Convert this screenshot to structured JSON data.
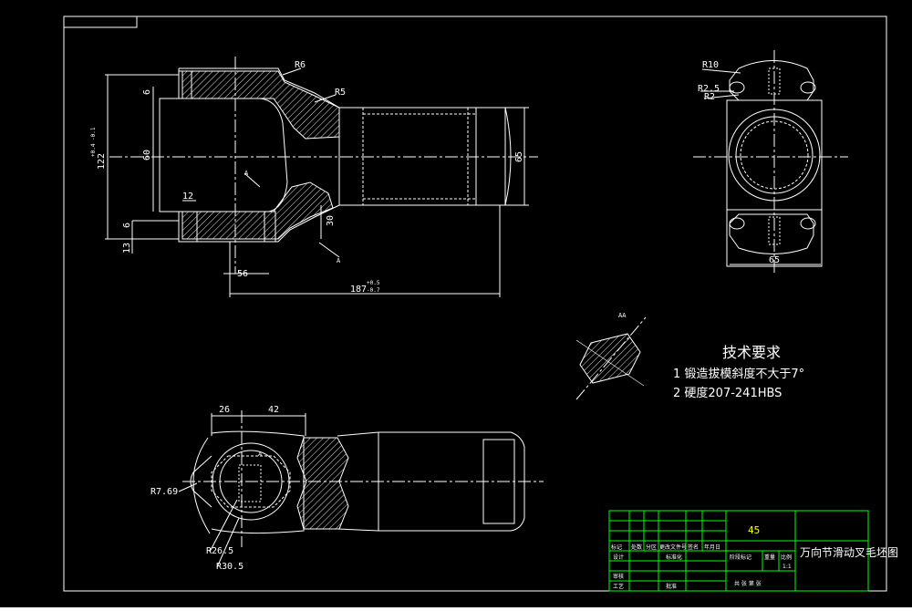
{
  "colors": {
    "background": "#000000",
    "outline": "#ffffff",
    "center_line": "#ffffff",
    "hatch": "#e8e8e8",
    "title_block": "#00ff00",
    "material_text": "#ffff00",
    "part_name_text": "#ffffff"
  },
  "front_view": {
    "labels": {
      "r6": "R6",
      "r5": "R5",
      "d6_top": "6",
      "d60": "60",
      "d122_main": "122",
      "d122_tol": "+0.4 -0.1",
      "d65": "65",
      "d12": "12",
      "d6_bottom": "6",
      "d13": "13",
      "d30": "30",
      "d56": "56",
      "d187_main": "187",
      "d187_tol_up": "+0.5",
      "d187_tol_dn": "-0.7",
      "section_a1": "A",
      "section_a2": "A"
    }
  },
  "side_view": {
    "labels": {
      "r10": "R10",
      "r25": "R2.5",
      "r2": "R2",
      "d65": "65"
    }
  },
  "section_view": {
    "label": "AA"
  },
  "bottom_view": {
    "labels": {
      "d26": "26",
      "d42": "42",
      "r769": "R7.69",
      "r265": "R26.5",
      "r305": "R30.5",
      "section_a": "A"
    }
  },
  "technical_requirements": {
    "title": "技术要求",
    "item1": "1  锻造拔模斜度不大于7°",
    "item2": "2  硬度207-241HBS"
  },
  "title_block": {
    "material": "45",
    "part_name": "万向节滑动叉毛坯图",
    "scale": "1:1",
    "cells": {
      "r1c1": "标记",
      "r1c2": "处数",
      "r1c3": "分区",
      "r1c4": "更改文件号",
      "r1c5": "签名",
      "r1c6": "年月日",
      "r2c1": "设计",
      "r2c2": "标准化",
      "r2c3": "阶段标记",
      "r2c4": "重量",
      "r2c5": "比例",
      "r3c1": "审核",
      "r4c1": "工艺",
      "r4c2": "批准",
      "r4c3": "共  张  第  张"
    }
  }
}
